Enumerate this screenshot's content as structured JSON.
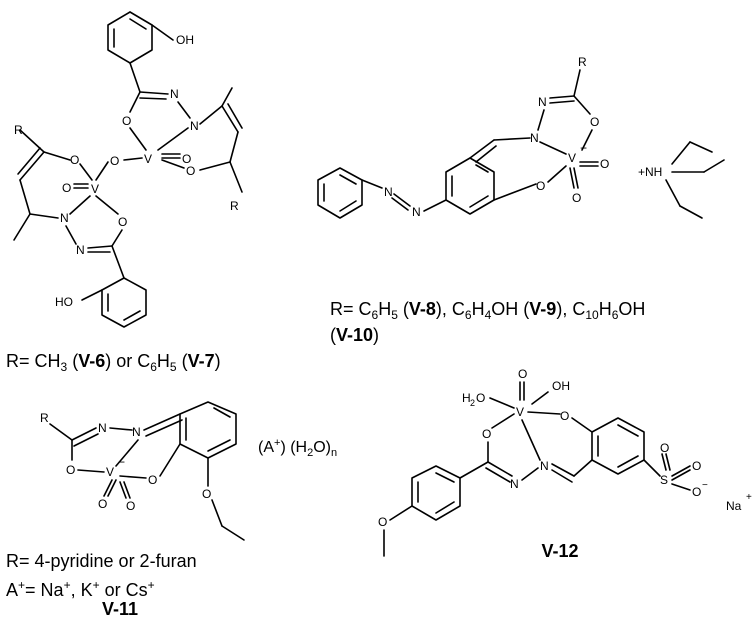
{
  "captions": {
    "v6_v7": {
      "pre": "R= CH",
      "s1": "3",
      "mid1": " (",
      "c1": "V-6",
      "mid2": ") or C",
      "s2": "6",
      "s3": "H",
      "s4": "5",
      "mid3": " (",
      "c2": "V-7",
      "end": ")"
    },
    "v8_v10": {
      "pre": "R=  C",
      "s1": "6",
      "h1": "H",
      "s2": "5",
      "a": "  (",
      "c1": "V-8",
      "b": "),  C",
      "s3": "6",
      "h2": "H",
      "s4": "4",
      "oh": "OH  (",
      "c2": "V-9",
      "c": "),  C",
      "s5": "10",
      "h3": "H",
      "s6": "6",
      "oh2": "OH",
      "line2_open": "(",
      "c3": "V-10",
      "line2_close": ")"
    },
    "v11_r": "R= 4-pyridine or 2-furan",
    "v11_a": {
      "pre": "A",
      "sup1": "+",
      "mid": "= Na",
      "sup2": "+",
      "mid2": ", K",
      "sup3": "+",
      "mid3": " or Cs",
      "sup4": "+"
    },
    "v11_label": "V-11",
    "v12_label": "V-12",
    "v11_ion": {
      "a": "(A",
      "sup": "+",
      "b": ") (H",
      "sub": "2",
      "c": "O)",
      "subn": "n"
    }
  },
  "atoms": {
    "OH": "OH",
    "HO": "HO",
    "O": "O",
    "N": "N",
    "V": "V",
    "R": "R",
    "NH": "+NH",
    "H2O": "H",
    "two": "2",
    "OH2": "OH",
    "S": "S",
    "Na": "Na",
    "plus": "+",
    "minus": "−",
    "Vminus": "−"
  }
}
